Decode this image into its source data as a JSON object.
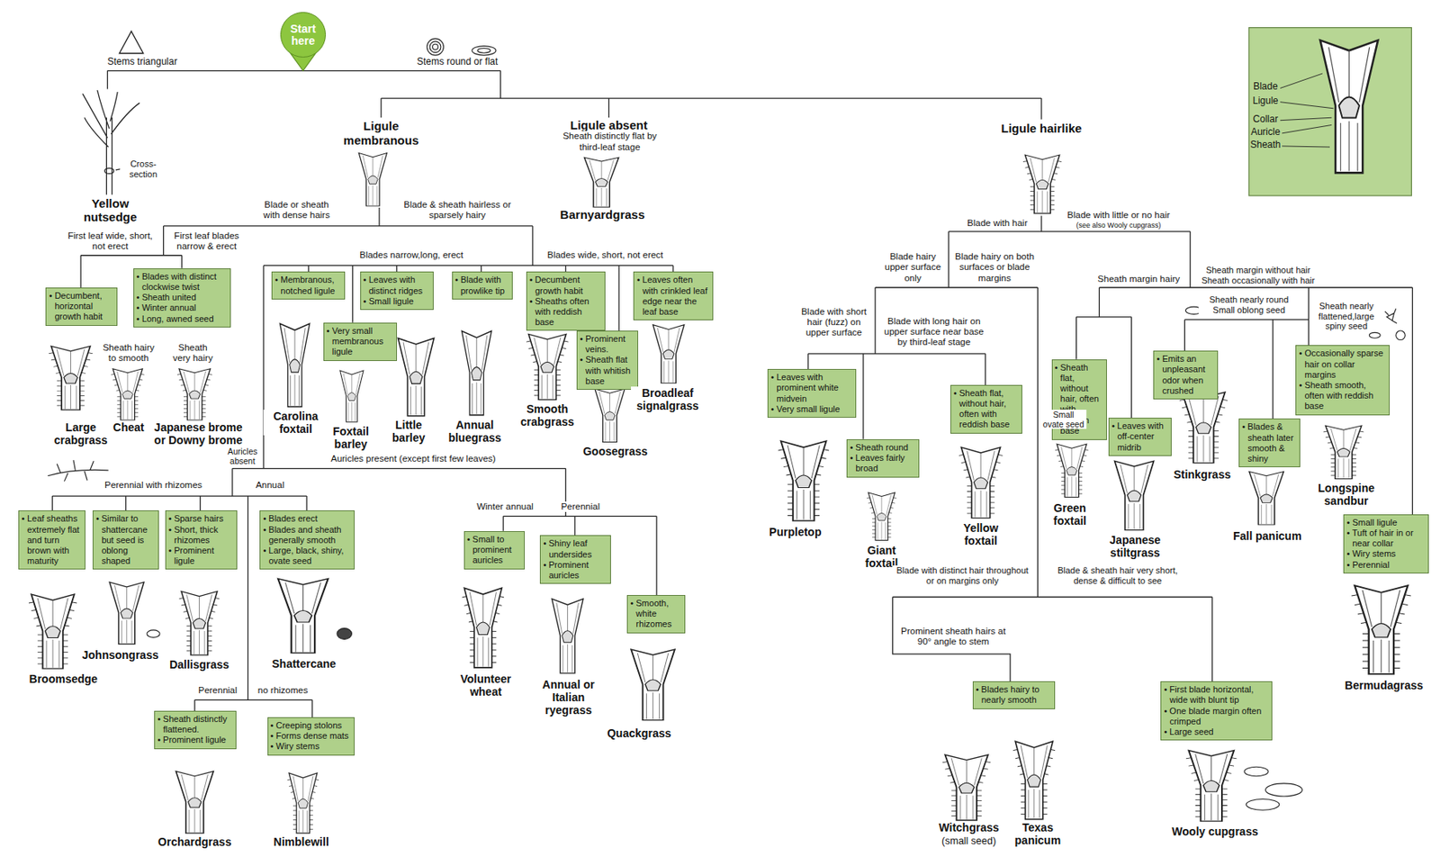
{
  "diagram": {
    "nodes": [
      {
        "text": [
          "Start here"
        ]
      },
      {
        "text": [
          "• Decumbent, horizontal growth habit"
        ]
      },
      {
        "text": [
          "• Blades with distinct clockwise twist",
          "• Sheath united",
          "• Winter annual",
          "• Long, awned seed"
        ]
      },
      {
        "text": [
          "• Membranous, notched ligule"
        ]
      },
      {
        "text": [
          "• Leaves with distinct ridges",
          "• Small ligule"
        ]
      },
      {
        "text": [
          "• Blade with prowlike tip"
        ]
      },
      {
        "text": [
          "• Decumbent growth habit",
          "• Sheaths often with reddish base"
        ]
      },
      {
        "text": [
          "• Leaves often with crinkled leaf edge near the leaf base"
        ]
      },
      {
        "text": [
          "• Very small membranous ligule"
        ]
      },
      {
        "text": [
          "• Prominent veins.",
          "• Sheath flat with whitish base"
        ]
      },
      {
        "text": [
          "• Leaf sheaths extremely flat and turn brown with maturity"
        ]
      },
      {
        "text": [
          "• Similar to shattercane but seed is oblong shaped"
        ]
      },
      {
        "text": [
          "• Sparse hairs",
          "• Short, thick rhizomes",
          "• Prominent ligule"
        ]
      },
      {
        "text": [
          "• Blades erect",
          "• Blades and sheath generally smooth",
          "• Large, black, shiny, ovate seed"
        ]
      },
      {
        "text": [
          "• Small to prominent auricles"
        ]
      },
      {
        "text": [
          "• Shiny leaf undersides",
          "• Prominent auricles"
        ]
      },
      {
        "text": [
          "• Smooth, white rhizomes"
        ]
      },
      {
        "text": [
          "• Sheath distinctly flattened.",
          "• Prominent ligule"
        ]
      },
      {
        "text": [
          "• Creeping stolons",
          "• Forms dense mats",
          "• Wiry stems"
        ]
      },
      {
        "text": [
          "• Leaves with prominent white midvein",
          "• Very small ligule"
        ]
      },
      {
        "text": [
          "• Sheath flat, without hair, often with reddish base"
        ]
      },
      {
        "text": [
          "• Sheath round",
          "• Leaves fairly broad"
        ]
      },
      {
        "text": [
          "• Sheath flat, without hair, often with reddish base"
        ]
      },
      {
        "text": [
          "• Emits an unpleasant odor when crushed"
        ]
      },
      {
        "text": [
          "• Occasionally sparse hair on collar margins",
          "• Sheath smooth, often with reddish base"
        ]
      },
      {
        "text": [
          "• Leaves with off-center midrib"
        ]
      },
      {
        "text": [
          "• Blades & sheath later smooth & shiny"
        ]
      },
      {
        "text": [
          "• Small ligule",
          "• Tuft of hair in or near collar",
          "• Wiry stems",
          "• Perennial"
        ]
      },
      {
        "text": [
          "• Blades hairy to nearly smooth"
        ]
      },
      {
        "text": [
          "• First blade horizontal, wide with blunt tip",
          "• One blade margin often crimped",
          "• Large seed"
        ]
      }
    ],
    "labels": [
      "Stems triangular",
      "Stems round or flat",
      "Cross- section",
      "Yellow nutsedge",
      "Ligule membranous",
      "Ligule absent",
      "Sheath distinctly flat by third-leaf stage",
      "Barnyardgrass",
      "Ligule hairlike",
      "Blade or sheath with dense hairs",
      "Blade & sheath hairless or sparsely hairy",
      "First leaf wide, short, not erect",
      "First leaf blades narrow & erect",
      "Blades narrow,long, erect",
      "Blades wide, short, not erect",
      "Sheath hairy to smooth",
      "Sheath very hairy",
      "Large crabgrass",
      "Cheat",
      "Japanese brome or Downy brome",
      "Carolina foxtail",
      "Foxtail barley",
      "Little barley",
      "Annual bluegrass",
      "Smooth crabgrass",
      "Goosegrass",
      "Broadleaf signalgrass",
      "Auricles absent",
      "Auricles present (except first few leaves)",
      "Perennial with rhizomes",
      "Annual",
      "Broomsedge",
      "Johnsongrass",
      "Dallisgrass",
      "Shattercane",
      "Perennial",
      "no rhizomes",
      "Orchardgrass",
      "Nimblewill",
      "Winter annual",
      "Perennial",
      "Volunteer wheat",
      "Annual or Italian ryegrass",
      "Quackgrass",
      "Blade with hair",
      "Blade with little or no hair",
      "(see also Wooly cupgrass)",
      "Blade hairy upper surface only",
      "Blade hairy on both surfaces or blade margins",
      "Sheath margin hairy",
      "Sheath margin without hair Sheath occasionally with hair",
      "Blade with short hair (fuzz) on upper surface",
      "Blade with long hair on upper surface near base by third-leaf stage",
      "Sheath nearly round Small oblong seed",
      "Sheath nearly flattened,large spiny seed",
      "Small ovate seed",
      "Purpletop",
      "Giant foxtail",
      "Yellow foxtail",
      "Green foxtail",
      "Japanese stiltgrass",
      "Stinkgrass",
      "Fall panicum",
      "Longspine sandbur",
      "Bermudagrass",
      "Blade with distinct hair throughout or on margins only",
      "Blade & sheath hair very short, dense & difficult to see",
      "Prominent sheath hairs at 90° angle to stem",
      "Witchgrass",
      "(small seed)",
      "Texas panicum",
      "Wooly cupgrass",
      "Blade",
      "Ligule",
      "Collar",
      "Auricle",
      "Sheath"
    ]
  }
}
